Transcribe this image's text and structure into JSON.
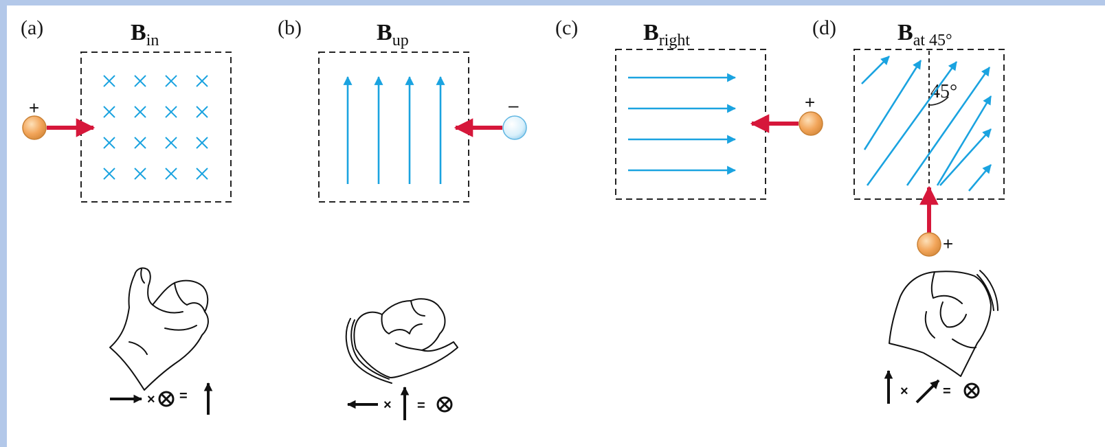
{
  "panels": [
    {
      "id": "a",
      "label": "(a)",
      "field_symbol": "B",
      "field_subscript": "in",
      "charge_sign": "+",
      "equation": {
        "times": "×",
        "equals": "="
      }
    },
    {
      "id": "b",
      "label": "(b)",
      "field_symbol": "B",
      "field_subscript": "up",
      "charge_sign": "–",
      "equation": {
        "times": "×",
        "equals": "="
      }
    },
    {
      "id": "c",
      "label": "(c)",
      "field_symbol": "B",
      "field_subscript": "right",
      "charge_sign": "+"
    },
    {
      "id": "d",
      "label": "(d)",
      "field_symbol": "B",
      "field_subscript": "at 45°",
      "charge_sign": "+",
      "angle_label": "45°",
      "equation": {
        "times": "×",
        "equals": "="
      }
    }
  ],
  "colors": {
    "field_lines": "#1aa3e0",
    "velocity_arrow": "#d6173a",
    "positive_charge": "#f2a55a",
    "negative_charge": "#d9f0fb",
    "page_border": "#b3c8e9"
  },
  "icons": [
    "field-line-arrow",
    "field-into-page-cross",
    "velocity-arrow",
    "positive-charge-ball",
    "negative-charge-ball",
    "right-hand-drawing",
    "cross-product-symbol"
  ]
}
